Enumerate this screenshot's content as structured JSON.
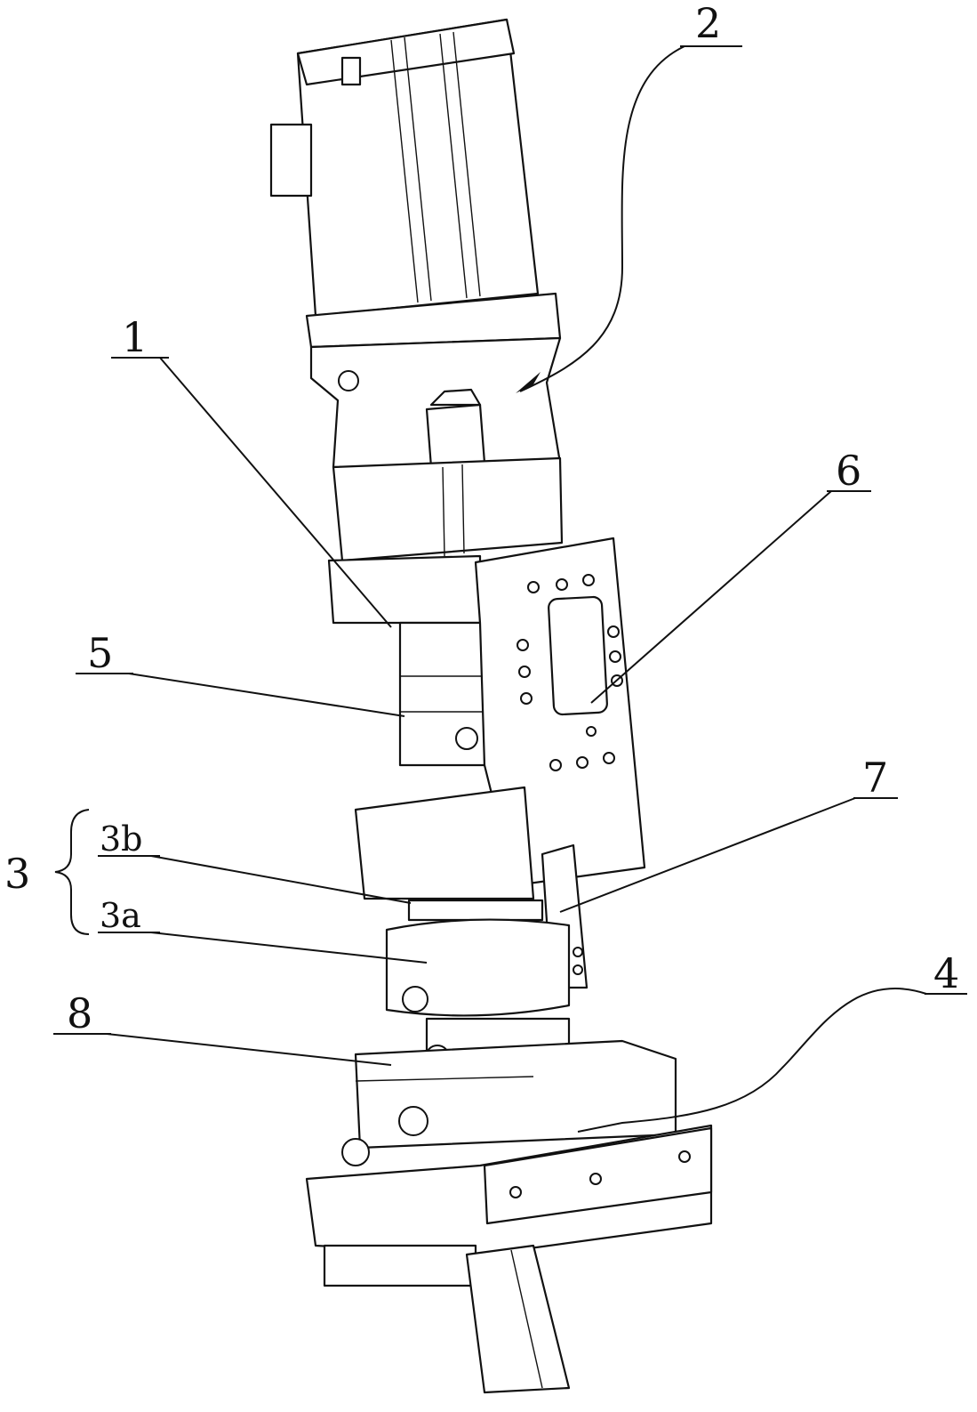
{
  "labels": {
    "l1": "1",
    "l2": "2",
    "l3": "3",
    "l3a": "3a",
    "l3b": "3b",
    "l4": "4",
    "l5": "5",
    "l6": "6",
    "l7": "7",
    "l8": "8"
  }
}
